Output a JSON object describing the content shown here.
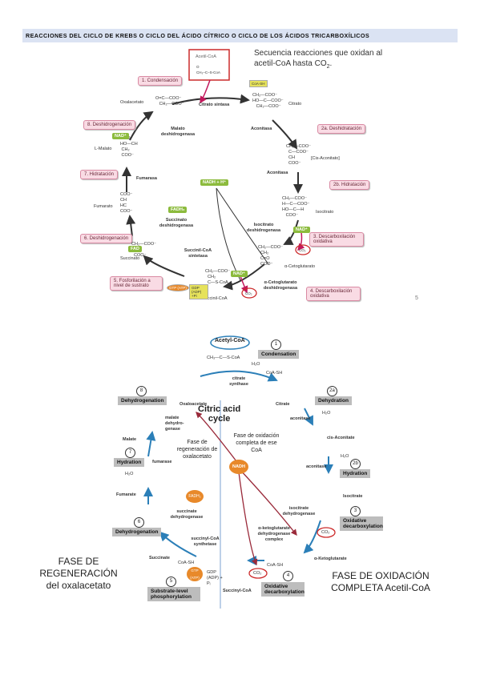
{
  "header": "REACCIONES DEL CICLO DE KREBS O CICLO DEL ÁCIDO CÍTRICO O CICLO DE LOS ÁCIDOS TRICARBOXÍLICOS",
  "top": {
    "subtitle_line1": "Secuencia reacciones que oxidan al",
    "subtitle_line2": "acetil-CoA hasta CO",
    "acetyl_coa": "Acetil-CoA",
    "steps": {
      "s1": "1. Condensación",
      "s2a": "2a. Deshidratación",
      "s2b": "2b. Hidratación",
      "s3": "3. Descarboxilación oxidativa",
      "s4": "4. Descarboxilación oxidativa",
      "s5": "5. Fosforilación a nivel de sustrato",
      "s6": "6. Deshidrogenación",
      "s7": "7. Hidratación",
      "s8": "8. Deshidrogenación"
    },
    "metabolites": {
      "oxalacetato": "Oxalacetato",
      "citrato": "Citrato",
      "cis_aconitato": "[Cis-Aconitato]",
      "isocitrato": "Isocitrato",
      "aketo": "α-Cetoglutarato",
      "succinilcoa": "Succinil-CoA",
      "succinato": "Succinato",
      "fumarato": "Fumarato",
      "lmalato": "L-Malato"
    },
    "enzymes": {
      "citrato_sintasa": "Citrato sintasa",
      "aconitasa1": "Aconitasa",
      "aconitasa2": "Aconitasa",
      "isocitrato_dh": "Isocitrato deshidrogenasa",
      "aketo_dh": "α-Cetoglutarato deshidrogenasa",
      "succinil_sint": "Succinil-CoA sintetasa",
      "succinato_dh": "Succinato deshidrogenasa",
      "fumarasa": "Fumarasa",
      "malato_dh": "Malato deshidrogenasa"
    },
    "cofactors": {
      "nadh": "NADH + H⁺",
      "nad1": "NAD⁺",
      "nad2": "NAD⁺",
      "nad3": "NAD⁺",
      "fadh2": "FADH₂",
      "fad": "FAD",
      "coash": "CoA-SH",
      "co2": "CO₂",
      "gtp": "GTP (ATP)",
      "gdp": "GDP (ADP) +Pi"
    },
    "page_num": "5"
  },
  "bottom": {
    "title_line1": "Citric acid",
    "title_line2": "cycle",
    "acetyl": "Acetyl-CoA",
    "labels": {
      "condensation": "Condensation",
      "dehydration": "Dehydration",
      "hydration2b": "Hydration",
      "oxidative3": "Oxidative decarboxylation",
      "oxidative4": "Oxidative decarboxylation",
      "substrate": "Substrate-level phosphorylation",
      "dehydrog6": "Dehydrogenation",
      "hydration7": "Hydration",
      "dehydrog8": "Dehydrogenation"
    },
    "nums": [
      "1",
      "2a",
      "2b",
      "3",
      "4",
      "5",
      "6",
      "7",
      "8"
    ],
    "metabolites": {
      "oxaloacetate": "Oxaloacetate",
      "citrate": "Citrate",
      "cisaconitate": "cis-Aconitate",
      "isocitrate": "Isocitrate",
      "aketoglutarate": "α-Ketoglutarate",
      "succinylcoa": "Succinyl-CoA",
      "succinate": "Succinate",
      "fumarate": "Fumarate",
      "malate": "Malate"
    },
    "enzymes": {
      "citrate_synthase": "citrate synthase",
      "aconitase1": "aconitase",
      "aconitase2": "aconitase",
      "isocitrate_dh": "isocitrate dehydrogenase",
      "aketo_dh": "α-ketoglutarate dehydrogenase complex",
      "succinylcoa_synth": "succinyl-CoA synthetase",
      "succinate_dh": "succinate dehydrogenase",
      "fumarase": "fumarase",
      "malate_dh": "malate dehydro-genase"
    },
    "cofactors": {
      "nadh": "NADH",
      "fadh2": "FADH₂",
      "gtp": "GTP (ATP)",
      "gdp": "GDP (ADP) + Pᵢ",
      "co2a": "CO₂",
      "co2b": "CO₂",
      "h2o1": "H₂O",
      "h2o2": "H₂O",
      "h2o3": "H₂O",
      "h2o4": "H₂O",
      "coash1": "CoA-SH",
      "coash2": "CoA-SH",
      "coash3": "CoA-SH"
    },
    "phase_regen": "Fase de regeneración de oxalacetato",
    "phase_ox": "Fase de oxidación completa de ese CoA",
    "left_big": "FASE DE REGENERACIÓN del oxalacetato",
    "right_big": "FASE DE OXIDACIÓN COMPLETA Acetil-CoA"
  },
  "colors": {
    "header_bg": "#dbe3f3",
    "pink": "#f9dbe4",
    "green": "#8cbb3d",
    "blue": "#2b7fb8",
    "magenta": "#c2185b",
    "orange": "#e8892a"
  }
}
